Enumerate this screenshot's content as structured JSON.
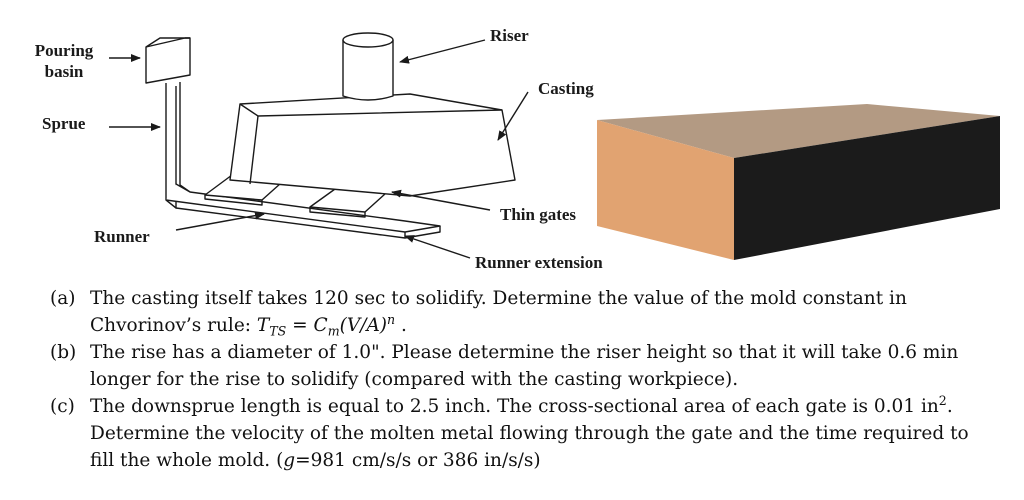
{
  "diagram": {
    "labels": {
      "pouring_basin": "Pouring basin",
      "sprue": "Sprue",
      "runner": "Runner",
      "riser": "Riser",
      "casting": "Casting",
      "thin_gates": "Thin gates",
      "runner_extension": "Runner extension"
    },
    "colors": {
      "block_top": "#b39a83",
      "block_front": "#e1a371",
      "block_side": "#1b1b1b",
      "line": "#1a1a1a"
    }
  },
  "questions": {
    "a": {
      "tag": "(a)",
      "text_1": "The casting itself takes 120 sec to solidify. Determine the value of the mold constant in Chvorinov’s rule: ",
      "formula_T": "T",
      "formula_T_sub": "TS",
      "formula_eq": " = ",
      "formula_C": "C",
      "formula_C_sub": "m",
      "formula_paren": "(V/A)",
      "formula_n": "n",
      "end": " ."
    },
    "b": {
      "tag": "(b)",
      "text": "The rise has a diameter of 1.0\". Please determine the riser height so that it will take 0.6 min longer for the rise to solidify (compared with the casting workpiece)."
    },
    "c": {
      "tag": "(c)",
      "text_1": "The downsprue length is equal to 2.5 inch. The cross-sectional area of each gate is 0.01 in",
      "sup": "2",
      "text_2": ". Determine the velocity of the molten metal flowing through the gate and the time required to fill the whole mold. (",
      "g": "g",
      "text_3": "=981 cm/s/s or 386 in/s/s)"
    }
  }
}
